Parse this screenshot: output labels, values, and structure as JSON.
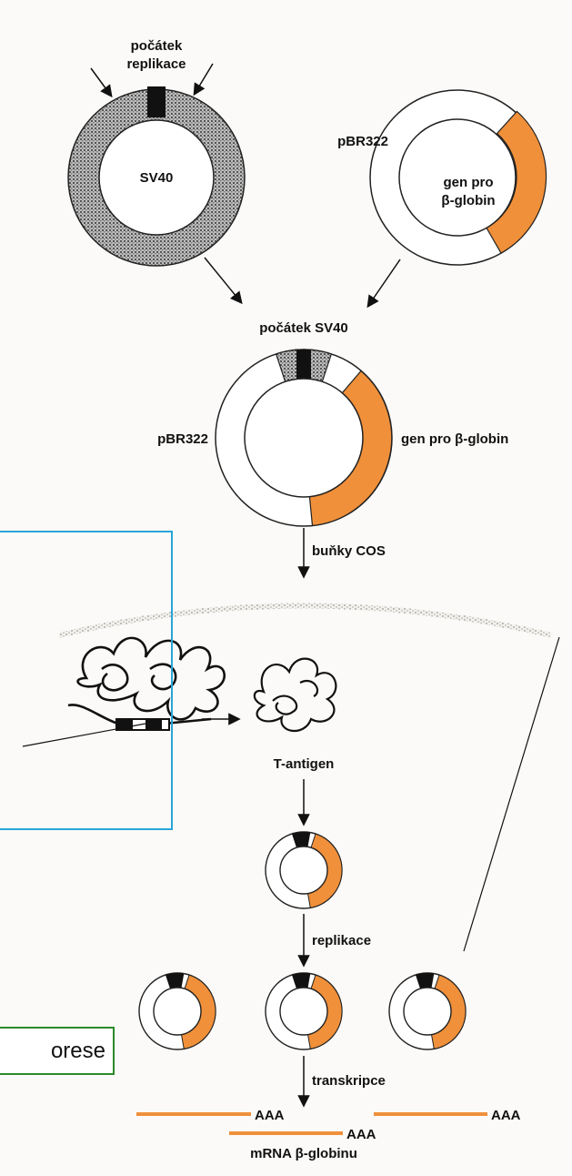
{
  "labels": {
    "origin_top_1": "počátek",
    "origin_top_2": "replikace",
    "sv40": "SV40",
    "pbr322_top": "pBR322",
    "gene_top_1": "gen pro",
    "gene_top_2": "β-globin",
    "origin_sv40": "počátek SV40",
    "pbr322_mid": "pBR322",
    "gene_mid": "gen pro β-globin",
    "cos_cells": "buňky COS",
    "t_antigen": "T-antigen",
    "replication": "replikace",
    "transcription": "transkripce",
    "aaa_1": "AAA",
    "aaa_2": "AAA",
    "aaa_3": "AAA",
    "mrna": "mRNA β-globinu",
    "side_box": "orese"
  },
  "colors": {
    "gene": "#f0903a",
    "ring_outline": "#222222",
    "blue_box": "#2aa5d8",
    "green_box": "#2a8a2a"
  }
}
